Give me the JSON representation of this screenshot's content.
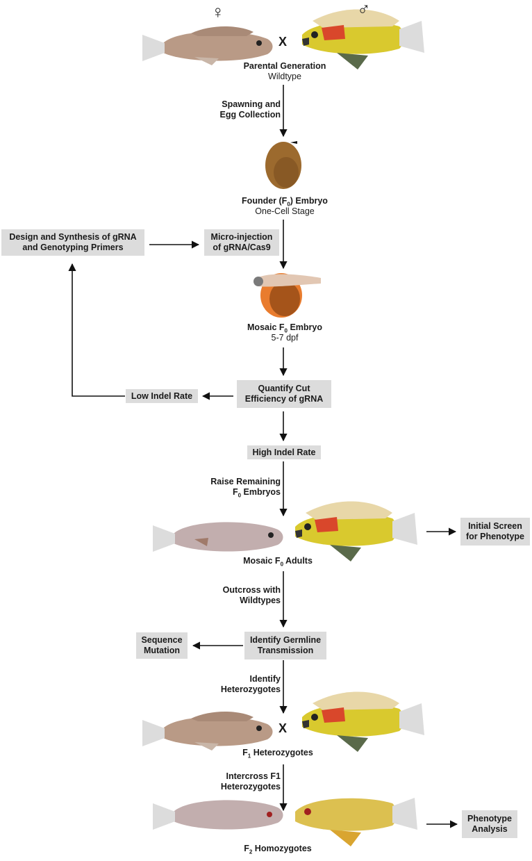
{
  "symbols": {
    "female": "♀",
    "male": "♂",
    "cross": "X"
  },
  "parental": {
    "title": "Parental Generation",
    "subtitle": "Wildtype"
  },
  "step_spawning": {
    "line1": "Spawning and",
    "line2": "Egg Collection"
  },
  "founder": {
    "title_pre": "Founder (F",
    "title_sub": "0",
    "title_post": ") Embryo",
    "subtitle": "One-Cell Stage"
  },
  "design_box": {
    "line1": "Design and Synthesis of gRNA",
    "line2": "and Genotyping Primers"
  },
  "microinjection_box": {
    "line1": "Micro-injection",
    "line2": "of gRNA/Cas9"
  },
  "mosaic_embryo": {
    "title_pre": "Mosaic F",
    "title_sub": "0",
    "title_post": " Embryo",
    "subtitle": "5-7 dpf"
  },
  "quantify_box": {
    "line1": "Quantify Cut",
    "line2": "Efficiency of gRNA"
  },
  "low_indel_box": {
    "label": "Low Indel Rate"
  },
  "high_indel_box": {
    "label": "High Indel Rate"
  },
  "step_raise": {
    "line1": "Raise Remaining",
    "line2_sub": "0",
    "line2_pre": "F",
    "line2_post": " Embryos"
  },
  "mosaic_adults": {
    "pre": "Mosaic F",
    "sub": "0",
    "post": " Adults"
  },
  "initial_screen_box": {
    "line1": "Initial Screen",
    "line2": "for Phenotype"
  },
  "step_outcross": {
    "line1": "Outcross with",
    "line2": "Wildtypes"
  },
  "germline_box": {
    "line1": "Identify Germline",
    "line2": "Transmission"
  },
  "sequence_box": {
    "line1": "Sequence",
    "line2": "Mutation"
  },
  "step_identify": {
    "line1": "Identify",
    "line2": "Heterozygotes"
  },
  "f1": {
    "pre": "F",
    "sub": "1",
    "post": " Heterozygotes"
  },
  "step_intercross": {
    "line1": "Intercross F1",
    "line2": "Heterozygotes"
  },
  "phenotype_box": {
    "line1": "Phenotype",
    "line2": "Analysis"
  },
  "f2": {
    "pre": "F",
    "sub": "2",
    "post": " Homozygotes"
  },
  "colors": {
    "box_fill": "#dcdcdc",
    "arrow": "#111111",
    "female_fish": "#b99a86",
    "male_fish": "#d9c92e",
    "egg": "#9c6a2e"
  }
}
